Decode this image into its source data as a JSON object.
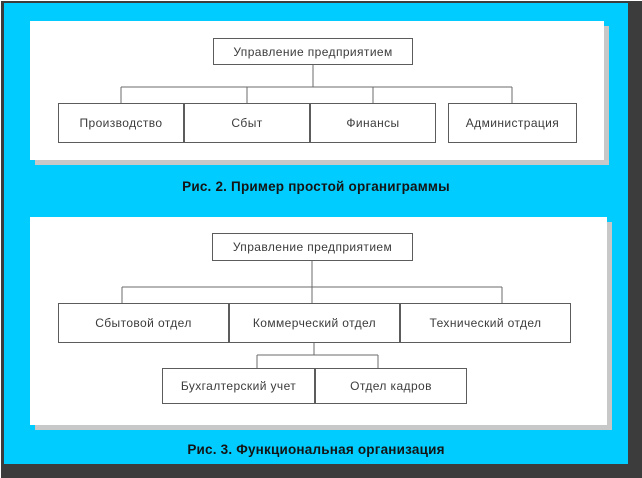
{
  "colors": {
    "background": "#00ccff",
    "frame": "#3c3c3c",
    "panel": "#ffffff",
    "panel_shadow": "#c8c8c8",
    "box_border": "#5c5c5c",
    "box_text": "#3c3c3c",
    "caption_text": "#141414",
    "connector": "#6b6b6b"
  },
  "figure2": {
    "root_label": "Управление предприятием",
    "children": [
      "Производство",
      "Сбыт",
      "Финансы",
      "Администрация"
    ],
    "caption": "Рис. 2. Пример простой органиграммы"
  },
  "figure3": {
    "root_label": "Управление предприятием",
    "level1": [
      "Сбытовой отдел",
      "Коммерческий отдел",
      "Технический отдел"
    ],
    "level2_parent": "Коммерческий отдел",
    "level2": [
      "Бухгалтерский учет",
      "Отдел кадров"
    ],
    "caption": "Рис. 3. Функциональная организация"
  }
}
